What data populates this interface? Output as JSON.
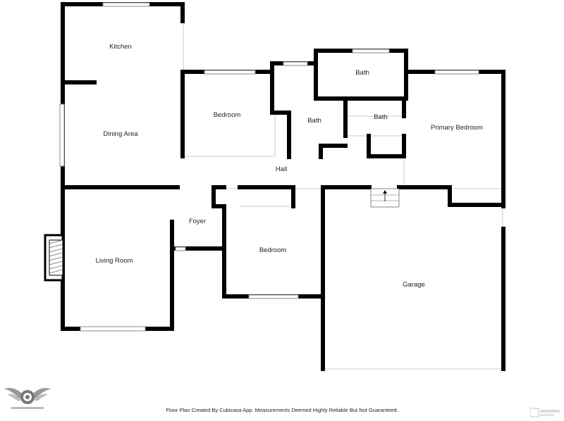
{
  "rooms": {
    "kitchen": "Kitchen",
    "dining": "Dining Area",
    "bedroom_upper": "Bedroom",
    "bath_center": "Bath",
    "bath_top": "Bath",
    "bath_small": "Bath",
    "primary_bedroom": "Primary Bedroom",
    "hall": "Hall",
    "foyer": "Foyer",
    "living_room": "Living Room",
    "bedroom_lower": "Bedroom",
    "garage": "Garage"
  },
  "footer": {
    "note": "Floor Plan Created By Cubicasa App. Measurements Deemed Highly Reliable But Not Guaranteed."
  },
  "logo": {
    "icon": "focused-aerial-logo-icon"
  },
  "watermark": {
    "icon": "bareis-mls-watermark-icon"
  },
  "colors": {
    "wall": "#000000",
    "background": "#ffffff",
    "window": "#888888"
  }
}
